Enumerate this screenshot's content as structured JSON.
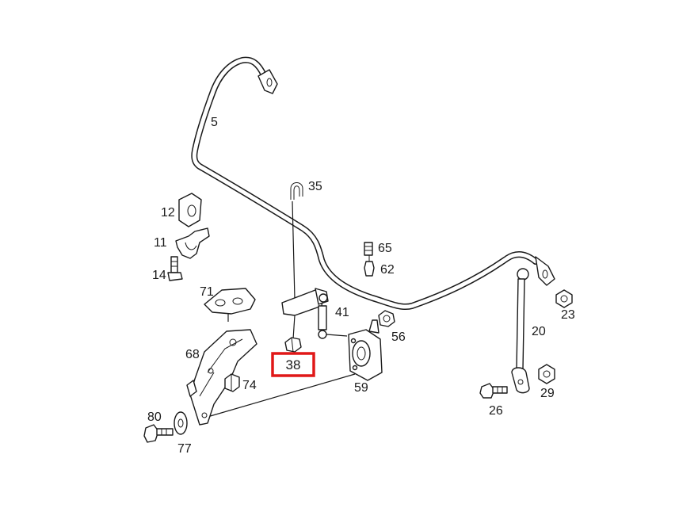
{
  "diagram": {
    "highlight_color": "#e01818",
    "highlighted_part": "38",
    "labels": {
      "p5": "5",
      "p11": "11",
      "p12": "12",
      "p14": "14",
      "p20": "20",
      "p23": "23",
      "p26": "26",
      "p29": "29",
      "p35": "35",
      "p38": "38",
      "p41": "41",
      "p56": "56",
      "p59": "59",
      "p62": "62",
      "p65": "65",
      "p68": "68",
      "p71": "71",
      "p74": "74",
      "p77": "77",
      "p80": "80"
    }
  }
}
